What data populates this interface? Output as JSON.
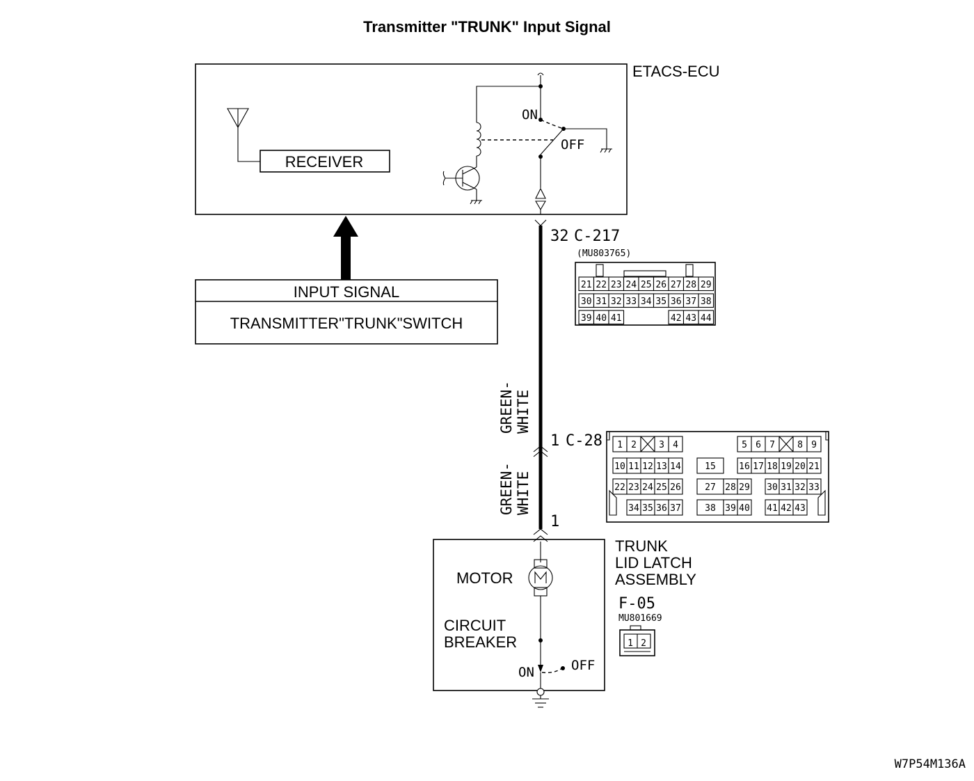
{
  "title": "Transmitter \"TRUNK\" Input Signal",
  "etacs": {
    "label": "ETACS-ECU",
    "receiver": "RECEIVER",
    "relay_on": "ON",
    "relay_off": "OFF"
  },
  "input_box": {
    "header": "INPUT SIGNAL",
    "body": "TRANSMITTER\"TRUNK\"SWITCH"
  },
  "connector_c217": {
    "pin": "32",
    "name": "C-217",
    "part": "(MU803765)",
    "rows": [
      [
        "21",
        "22",
        "23",
        "24",
        "25",
        "26",
        "27",
        "28",
        "29"
      ],
      [
        "30",
        "31",
        "32",
        "33",
        "34",
        "35",
        "36",
        "37",
        "38"
      ],
      [
        "39",
        "40",
        "41",
        "",
        "",
        "",
        "42",
        "43",
        "44"
      ]
    ]
  },
  "wire": {
    "upper_color": [
      "GREEN-",
      "WHITE"
    ],
    "lower_color": [
      "GREEN-",
      "WHITE"
    ]
  },
  "connector_c28": {
    "pin": "1",
    "name": "C-28",
    "rows": [
      [
        "1",
        "2",
        "3",
        "4",
        "5",
        "6",
        "7",
        "8",
        "9"
      ],
      [
        "10",
        "11",
        "12",
        "13",
        "14",
        "15",
        "16",
        "17",
        "18",
        "19",
        "20",
        "21"
      ],
      [
        "22",
        "23",
        "24",
        "25",
        "26",
        "27",
        "28",
        "29",
        "30",
        "31",
        "32",
        "33"
      ],
      [
        "34",
        "35",
        "36",
        "37",
        "38",
        "39",
        "40",
        "41",
        "42",
        "43"
      ]
    ]
  },
  "trunk_pin": "1",
  "trunk": {
    "label": [
      "TRUNK",
      "LID LATCH",
      "ASSEMBLY"
    ],
    "motor": "MOTOR",
    "breaker": [
      "CIRCUIT",
      "BREAKER"
    ],
    "switch_on": "ON",
    "switch_off": "OFF"
  },
  "connector_f05": {
    "name": "F-05",
    "part": "MU801669",
    "pins": [
      "1",
      "2"
    ]
  },
  "figure_code": "W7P54M136A"
}
